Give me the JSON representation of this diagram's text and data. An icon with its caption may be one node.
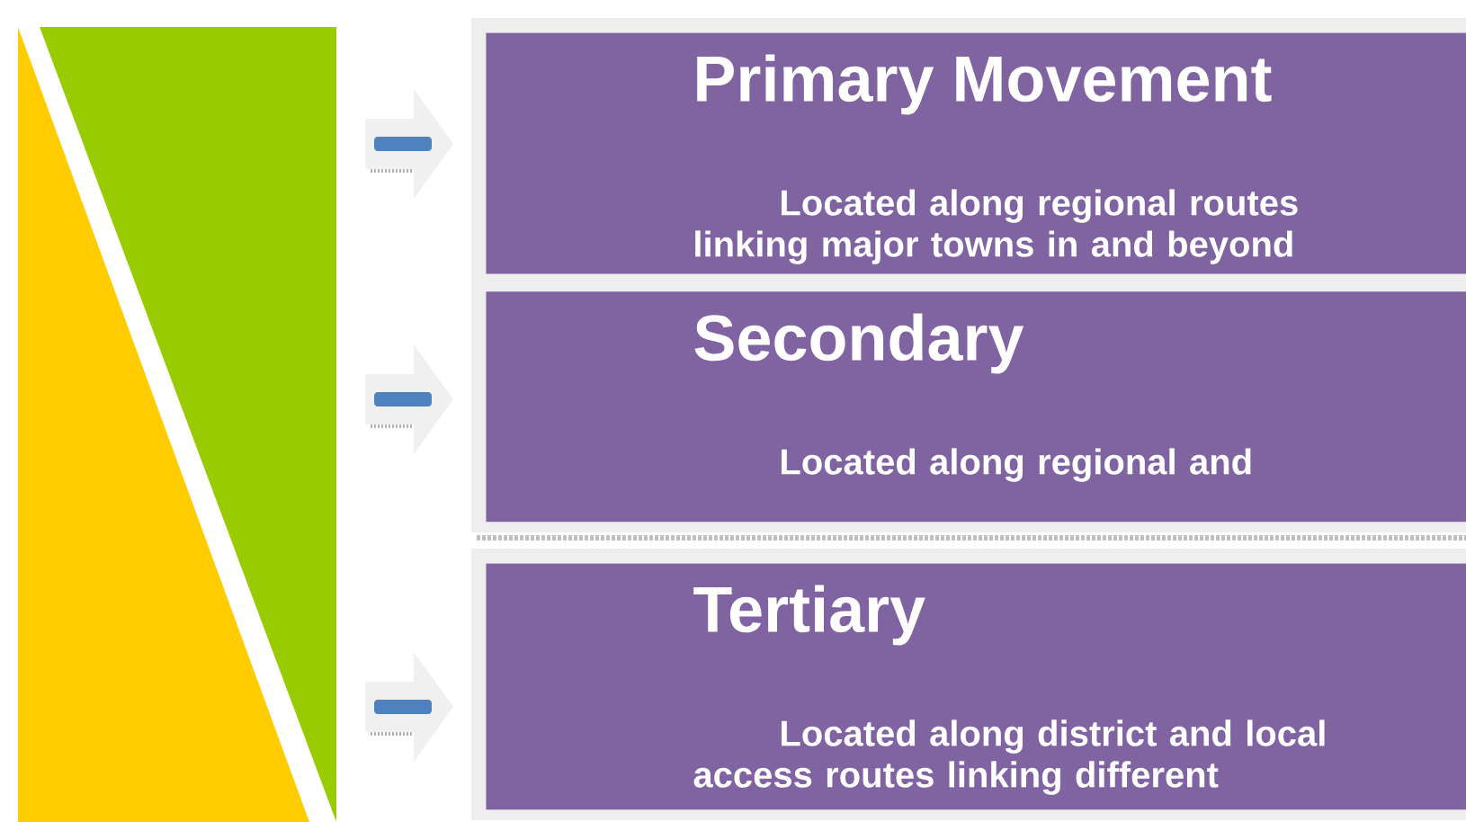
{
  "diagram": {
    "nodes": [
      {
        "text": [],
        "shape": "triangle"
      },
      {
        "text": [],
        "shape": "triangle"
      },
      {
        "text": [
          "Primary Movement",
          "Located along regional routes linking major towns in and beyond"
        ]
      },
      {
        "text": [
          "Secondary",
          "Located along regional and"
        ]
      },
      {
        "text": [
          "Tertiary",
          "Located along district and local access routes linking different"
        ]
      }
    ],
    "edges": [
      {
        "from": 1,
        "to": 2,
        "arrow": "to"
      },
      {
        "from": 1,
        "to": 3,
        "arrow": "to"
      },
      {
        "from": 1,
        "to": 4,
        "arrow": "to"
      }
    ]
  }
}
